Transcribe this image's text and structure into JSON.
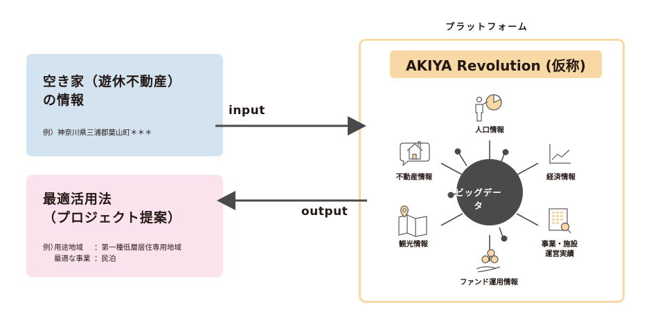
{
  "input_box": {
    "title_line1": "空き家（遊休不動産）",
    "title_line2": "の情報",
    "example": "例）神奈川県三浦郡葉山町＊＊＊"
  },
  "output_box": {
    "title_line1": "最適活用法",
    "title_line2": "（プロジェクト提案）",
    "example_prefix": "例）",
    "example_rows": [
      {
        "label": "用途地域",
        "sep": "：",
        "value": "第一種低層居住専用地域"
      },
      {
        "label": "最適な事業",
        "sep": "：",
        "value": "民泊"
      }
    ]
  },
  "arrows": {
    "input_label": "input",
    "output_label": "output"
  },
  "platform": {
    "label": "プラットフォーム",
    "name": "AKIYA Revolution (仮称)",
    "hub": "ビッグデータ",
    "nodes": [
      {
        "id": "population",
        "label": "人口情報",
        "icon": "presentation-pie-chart-icon"
      },
      {
        "id": "real-estate",
        "label": "不動産情報",
        "icon": "house-speech-bubble-icon"
      },
      {
        "id": "economy",
        "label": "経済情報",
        "icon": "line-graph-icon"
      },
      {
        "id": "tourism",
        "label": "観光情報",
        "icon": "map-pin-icon"
      },
      {
        "id": "business",
        "label_line1": "事業・施設",
        "label_line2": "運営実績",
        "icon": "document-magnifier-icon"
      },
      {
        "id": "fund",
        "label": "ファンド運用情報",
        "icon": "coins-hand-icon"
      }
    ]
  },
  "colors": {
    "input_bg": "#d3e3ef",
    "output_bg": "#fae3ec",
    "platform_border": "#f9d9a5",
    "banner_bg": "#f8d9a6",
    "hub": "#4a4a4a",
    "arrow": "#4a4a4a",
    "accent": "#f8d9a6"
  }
}
